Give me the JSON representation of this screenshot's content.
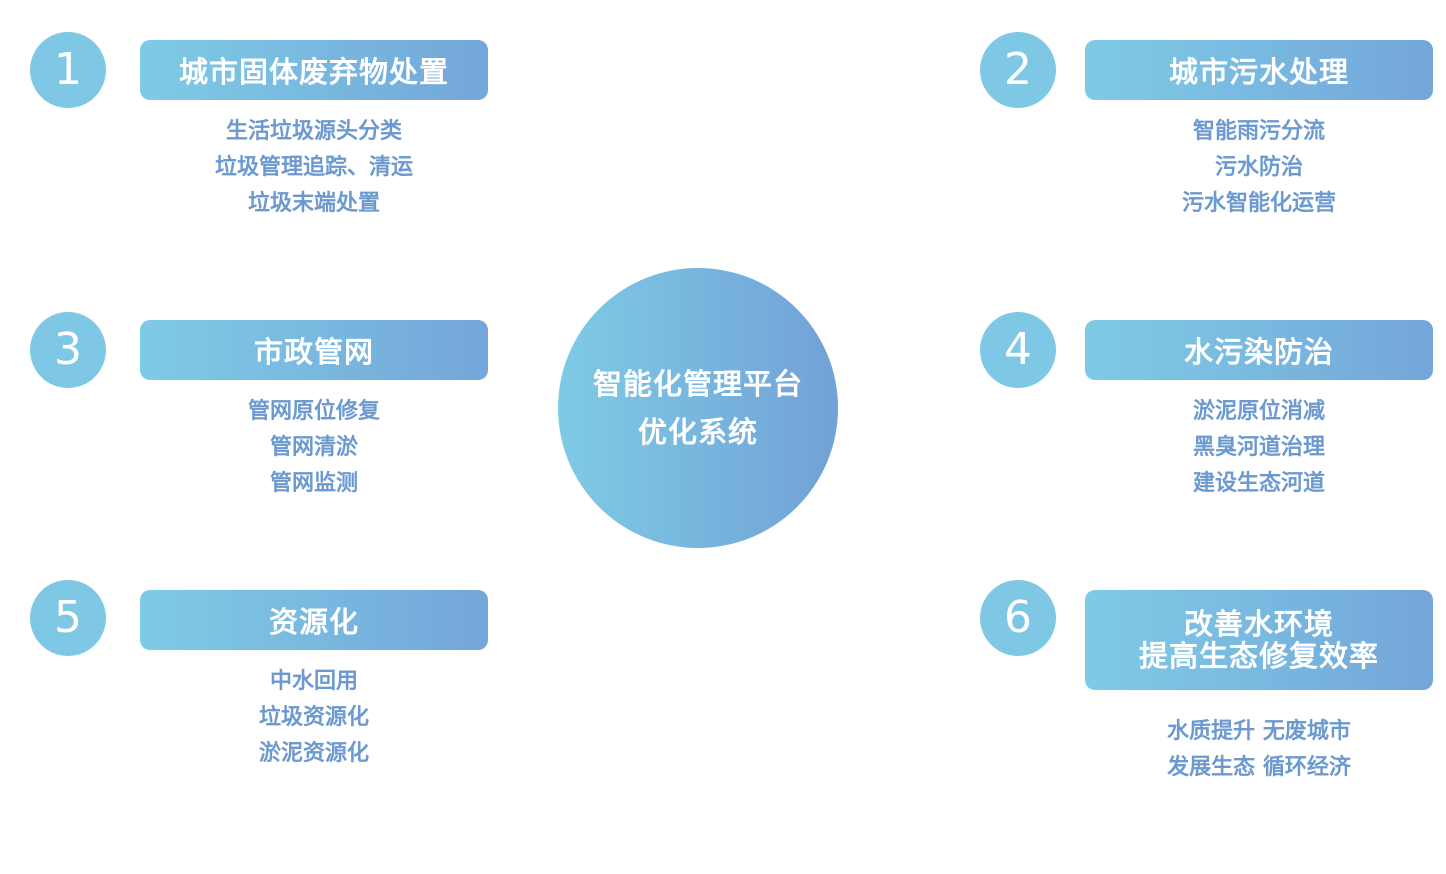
{
  "center": {
    "line1": "智能化管理平台",
    "line2": "优化系统"
  },
  "sections": [
    {
      "number": "1",
      "title": "城市固体废弃物处置",
      "items": [
        "生活垃圾源头分类",
        "垃圾管理追踪、清运",
        "垃圾末端处置"
      ]
    },
    {
      "number": "2",
      "title": "城市污水处理",
      "items": [
        "智能雨污分流",
        "污水防治",
        "污水智能化运营"
      ]
    },
    {
      "number": "3",
      "title": "市政管网",
      "items": [
        "管网原位修复",
        "管网清淤",
        "管网监测"
      ]
    },
    {
      "number": "4",
      "title": "水污染防治",
      "items": [
        "淤泥原位消减",
        "黑臭河道治理",
        "建设生态河道"
      ]
    },
    {
      "number": "5",
      "title": "资源化",
      "items": [
        "中水回用",
        "垃圾资源化",
        "淤泥资源化"
      ]
    },
    {
      "number": "6",
      "title_line1": "改善水环境",
      "title_line2": "提高生态修复效率",
      "items": [
        "水质提升 无废城市",
        "发展生态 循环经济"
      ]
    }
  ],
  "colors": {
    "badge": "#7ec8e5",
    "gradient_start": "#7ecbe6",
    "gradient_end": "#74a6d9",
    "item_text": "#6c99cf"
  }
}
